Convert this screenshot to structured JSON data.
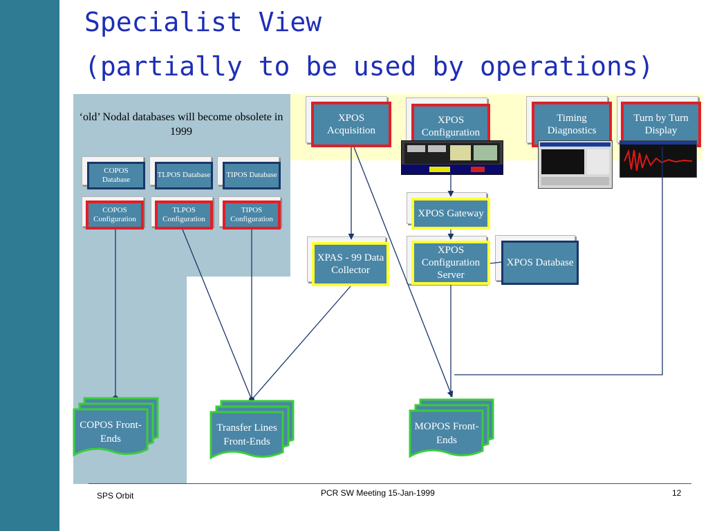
{
  "slide": {
    "title_line1": "Specialist View",
    "title_line2": "(partially to be used by operations)",
    "note": "‘old’ Nodal databases will become obsolete in 1999"
  },
  "nodes": {
    "copos_db": "COPOS Database",
    "tlpos_db": "TLPOS Database",
    "tipos_db": "TIPOS Database",
    "copos_conf": "COPOS Configuration",
    "tlpos_conf": "TLPOS Configuration",
    "tipos_conf": "TIPOS Configuration",
    "xpos_acq": "XPOS Acquisition",
    "xpos_conf": "XPOS Configuration",
    "timing_diag": "Timing Diagnostics",
    "turn_by_turn": "Turn by Turn Display",
    "xpos_gateway": "XPOS Gateway",
    "xpas": "XPAS - 99 Data Collector",
    "xpos_conf_server": "XPOS Configuration Server",
    "xpos_db": "XPOS Database",
    "copos_fe": "COPOS Front-Ends",
    "tl_fe": "Transfer Lines Front-Ends",
    "mopos_fe": "MOPOS Front-Ends"
  },
  "footer": {
    "left": "SPS Orbit",
    "center": "PCR SW Meeting  15-Jan-1999",
    "page": "12"
  },
  "colors": {
    "left_bar": "#2f7b94",
    "panel": "#a9c6d2",
    "band": "#ffffcc",
    "box_fill": "#4a86a6",
    "red_border": "#e11f26",
    "yellow_border": "#ffff33",
    "navy_border": "#1a3669",
    "frontend_border": "#3ccc3c",
    "title": "#1e2eb5"
  }
}
